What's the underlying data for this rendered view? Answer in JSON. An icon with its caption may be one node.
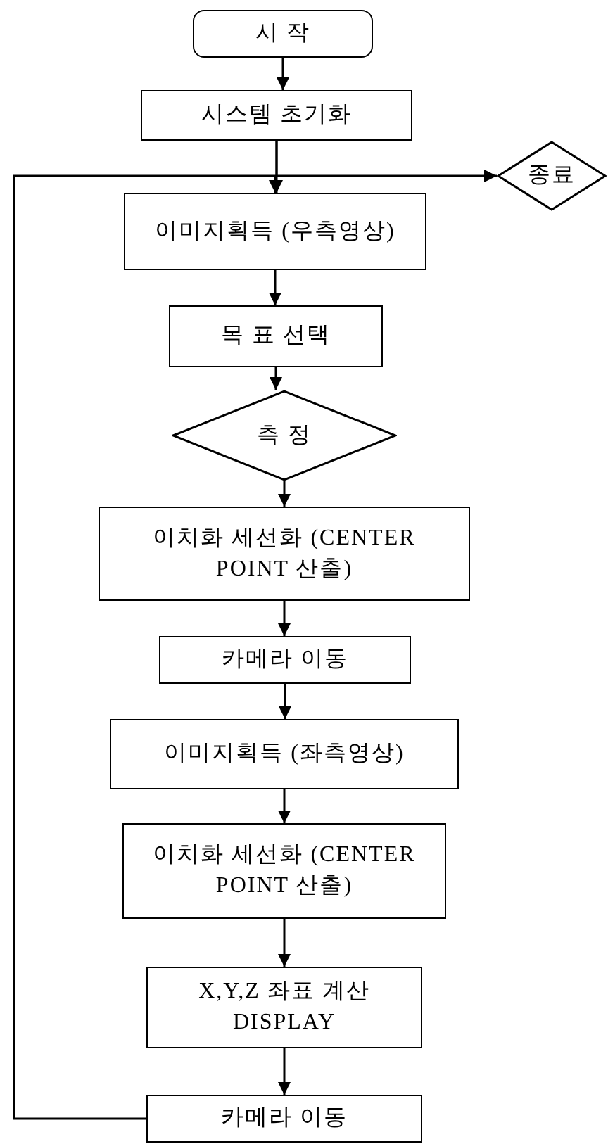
{
  "diagram": {
    "nodes": [
      {
        "text": [
          "시 작"
        ]
      },
      {
        "text": [
          "시스템 초기화"
        ]
      },
      {
        "text": [
          "종료"
        ]
      },
      {
        "text": [
          "이미지획득 (우측영상)"
        ]
      },
      {
        "text": [
          "목 표 선택"
        ]
      },
      {
        "text": [
          "측 정"
        ]
      },
      {
        "text": [
          "이치화 세선화 (CENTER POINT 산출)"
        ]
      },
      {
        "text": [
          "카메라 이동"
        ]
      },
      {
        "text": [
          "이미지획득 (좌측영상)"
        ]
      },
      {
        "text": [
          "이치화 세선화 (CENTER POINT 산출)"
        ]
      },
      {
        "text": [
          "X,Y,Z 좌표 계산 DISPLAY"
        ]
      },
      {
        "text": [
          "카메라 이동"
        ]
      }
    ],
    "edges": [
      {
        "from": 0,
        "to": 1,
        "arrow": "to"
      },
      {
        "from": 1,
        "to": 3,
        "arrow": "to"
      },
      {
        "from": 1,
        "to": 2,
        "arrow": "to"
      },
      {
        "from": 3,
        "to": 4,
        "arrow": "to"
      },
      {
        "from": 4,
        "to": 5,
        "arrow": "to"
      },
      {
        "from": 5,
        "to": 6,
        "arrow": "to"
      },
      {
        "from": 6,
        "to": 7,
        "arrow": "to"
      },
      {
        "from": 7,
        "to": 8,
        "arrow": "to"
      },
      {
        "from": 8,
        "to": 9,
        "arrow": "to"
      },
      {
        "from": 9,
        "to": 10,
        "arrow": "to"
      },
      {
        "from": 10,
        "to": 11,
        "arrow": "to"
      },
      {
        "from": 11,
        "to": 3,
        "arrow": "to"
      }
    ]
  }
}
